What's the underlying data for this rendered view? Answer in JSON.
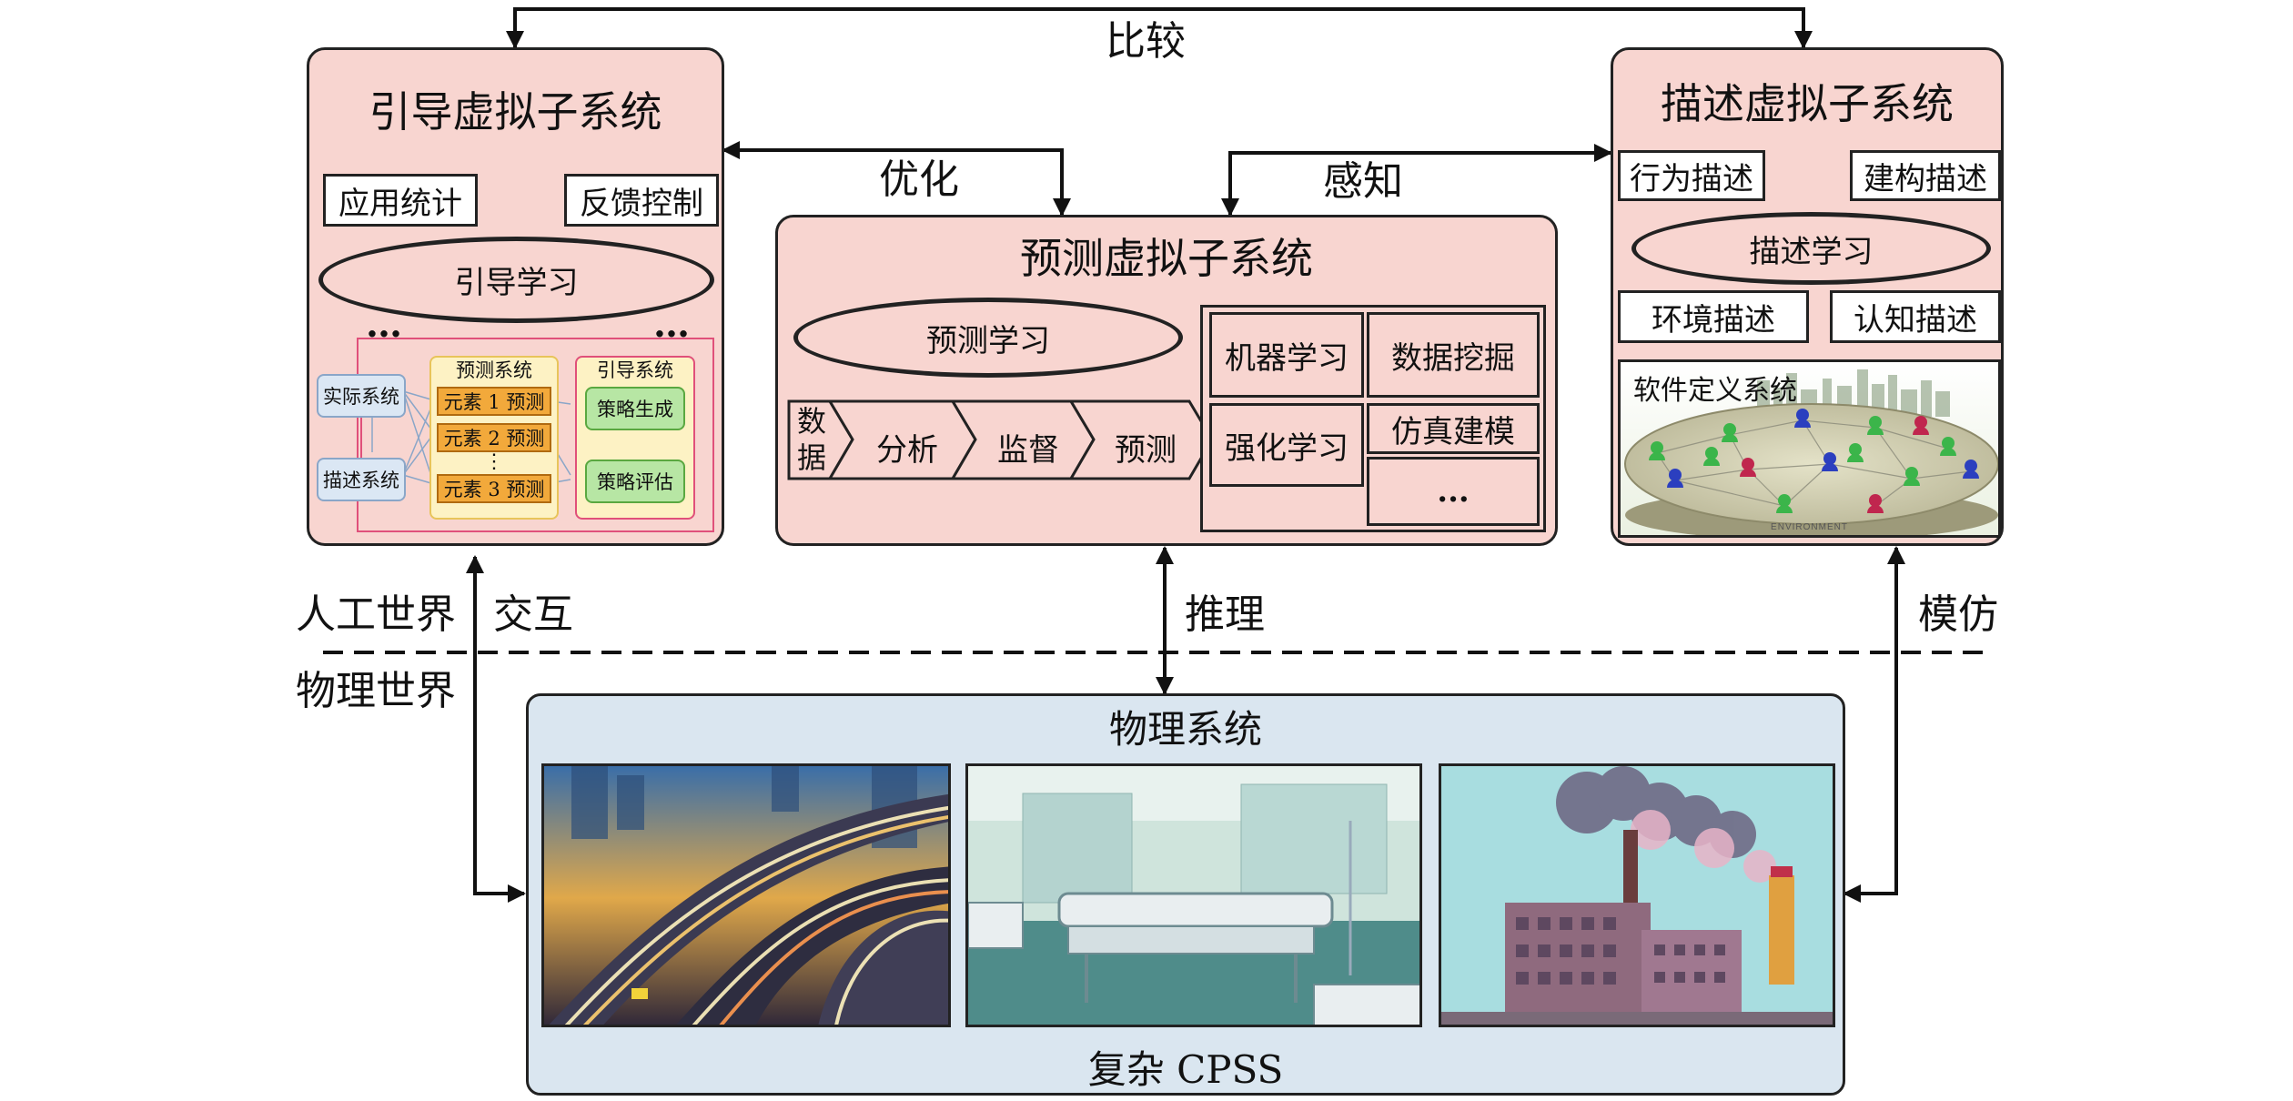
{
  "top_labels": {
    "compare": "比较",
    "optimize": "优化",
    "perceive": "感知"
  },
  "guide": {
    "title": "引导虚拟子系统",
    "btn_left": "应用统计",
    "btn_right": "反馈控制",
    "oval": "引导学习",
    "dots": "…",
    "mini": {
      "real": "实际系统",
      "desc": "描述系统",
      "pred_title": "预测系统",
      "elements": [
        "元素 1 预测",
        "元素 2 预测",
        "元素 3 预测"
      ],
      "vdots": "⋮",
      "guide_title": "引导系统",
      "gen": "策略生成",
      "eval": "策略评估"
    }
  },
  "predict": {
    "title": "预测虚拟子系统",
    "oval": "预测学习",
    "pipeline": [
      "数\n据",
      "分析",
      "监督",
      "预测"
    ],
    "grid": [
      "机器学习",
      "数据挖掘",
      "强化学习",
      "仿真建模",
      "..."
    ]
  },
  "describe": {
    "title": "描述虚拟子系统",
    "behavior": "行为描述",
    "construct": "建构描述",
    "oval": "描述学习",
    "env": "环境描述",
    "cognition": "认知描述",
    "software": "软件定义系统",
    "environment_caption": "ENVIRONMENT"
  },
  "middle_labels": {
    "artificial": "人工世界",
    "interact": "交互",
    "reason": "推理",
    "imitate": "模仿",
    "physical": "物理世界"
  },
  "physical": {
    "title": "物理系统",
    "footer": "复杂 CPSS",
    "photos": [
      "highway-photo",
      "hospital-ward-photo",
      "factory-chimney-photo"
    ]
  },
  "colors": {
    "panel_pink": "#f8d5d0",
    "physical_blue": "#dae6f0",
    "mini_blue": "#dbe7f4",
    "mini_orange": "#f2a93b",
    "mini_yellow": "#fdf2c4",
    "mini_green": "#b7e6a4",
    "mini_pink_border": "#e0507a"
  }
}
